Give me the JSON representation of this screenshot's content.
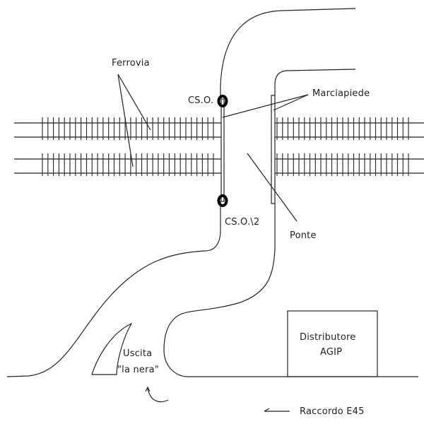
{
  "diagram": {
    "title": "Schema incrocio ponte ferroviario",
    "labels": {
      "ferrovia": "Ferrovia",
      "marciapiede": "Marciapiede",
      "cso1": "CS.O.",
      "cso2": "CS.O.\\2",
      "ponte": "Ponte",
      "distributore_line1": "Distributore",
      "distributore_line2": "AGIP",
      "uscita_line1": "Uscita",
      "uscita_line2": "\"la nera\"",
      "raccordo": "Raccordo E45"
    },
    "tracks": [
      {
        "name": "track-north",
        "sleeper_count_left": 32,
        "sleeper_count_right": 25
      },
      {
        "name": "track-south",
        "sleeper_count_left": 32,
        "sleeper_count_right": 25
      }
    ],
    "markers": [
      {
        "name": "cso-marker-1",
        "label_ref": "cso1"
      },
      {
        "name": "cso-marker-2",
        "label_ref": "cso2"
      }
    ],
    "colors": {
      "line": "#222222",
      "background": "#ffffff"
    }
  }
}
